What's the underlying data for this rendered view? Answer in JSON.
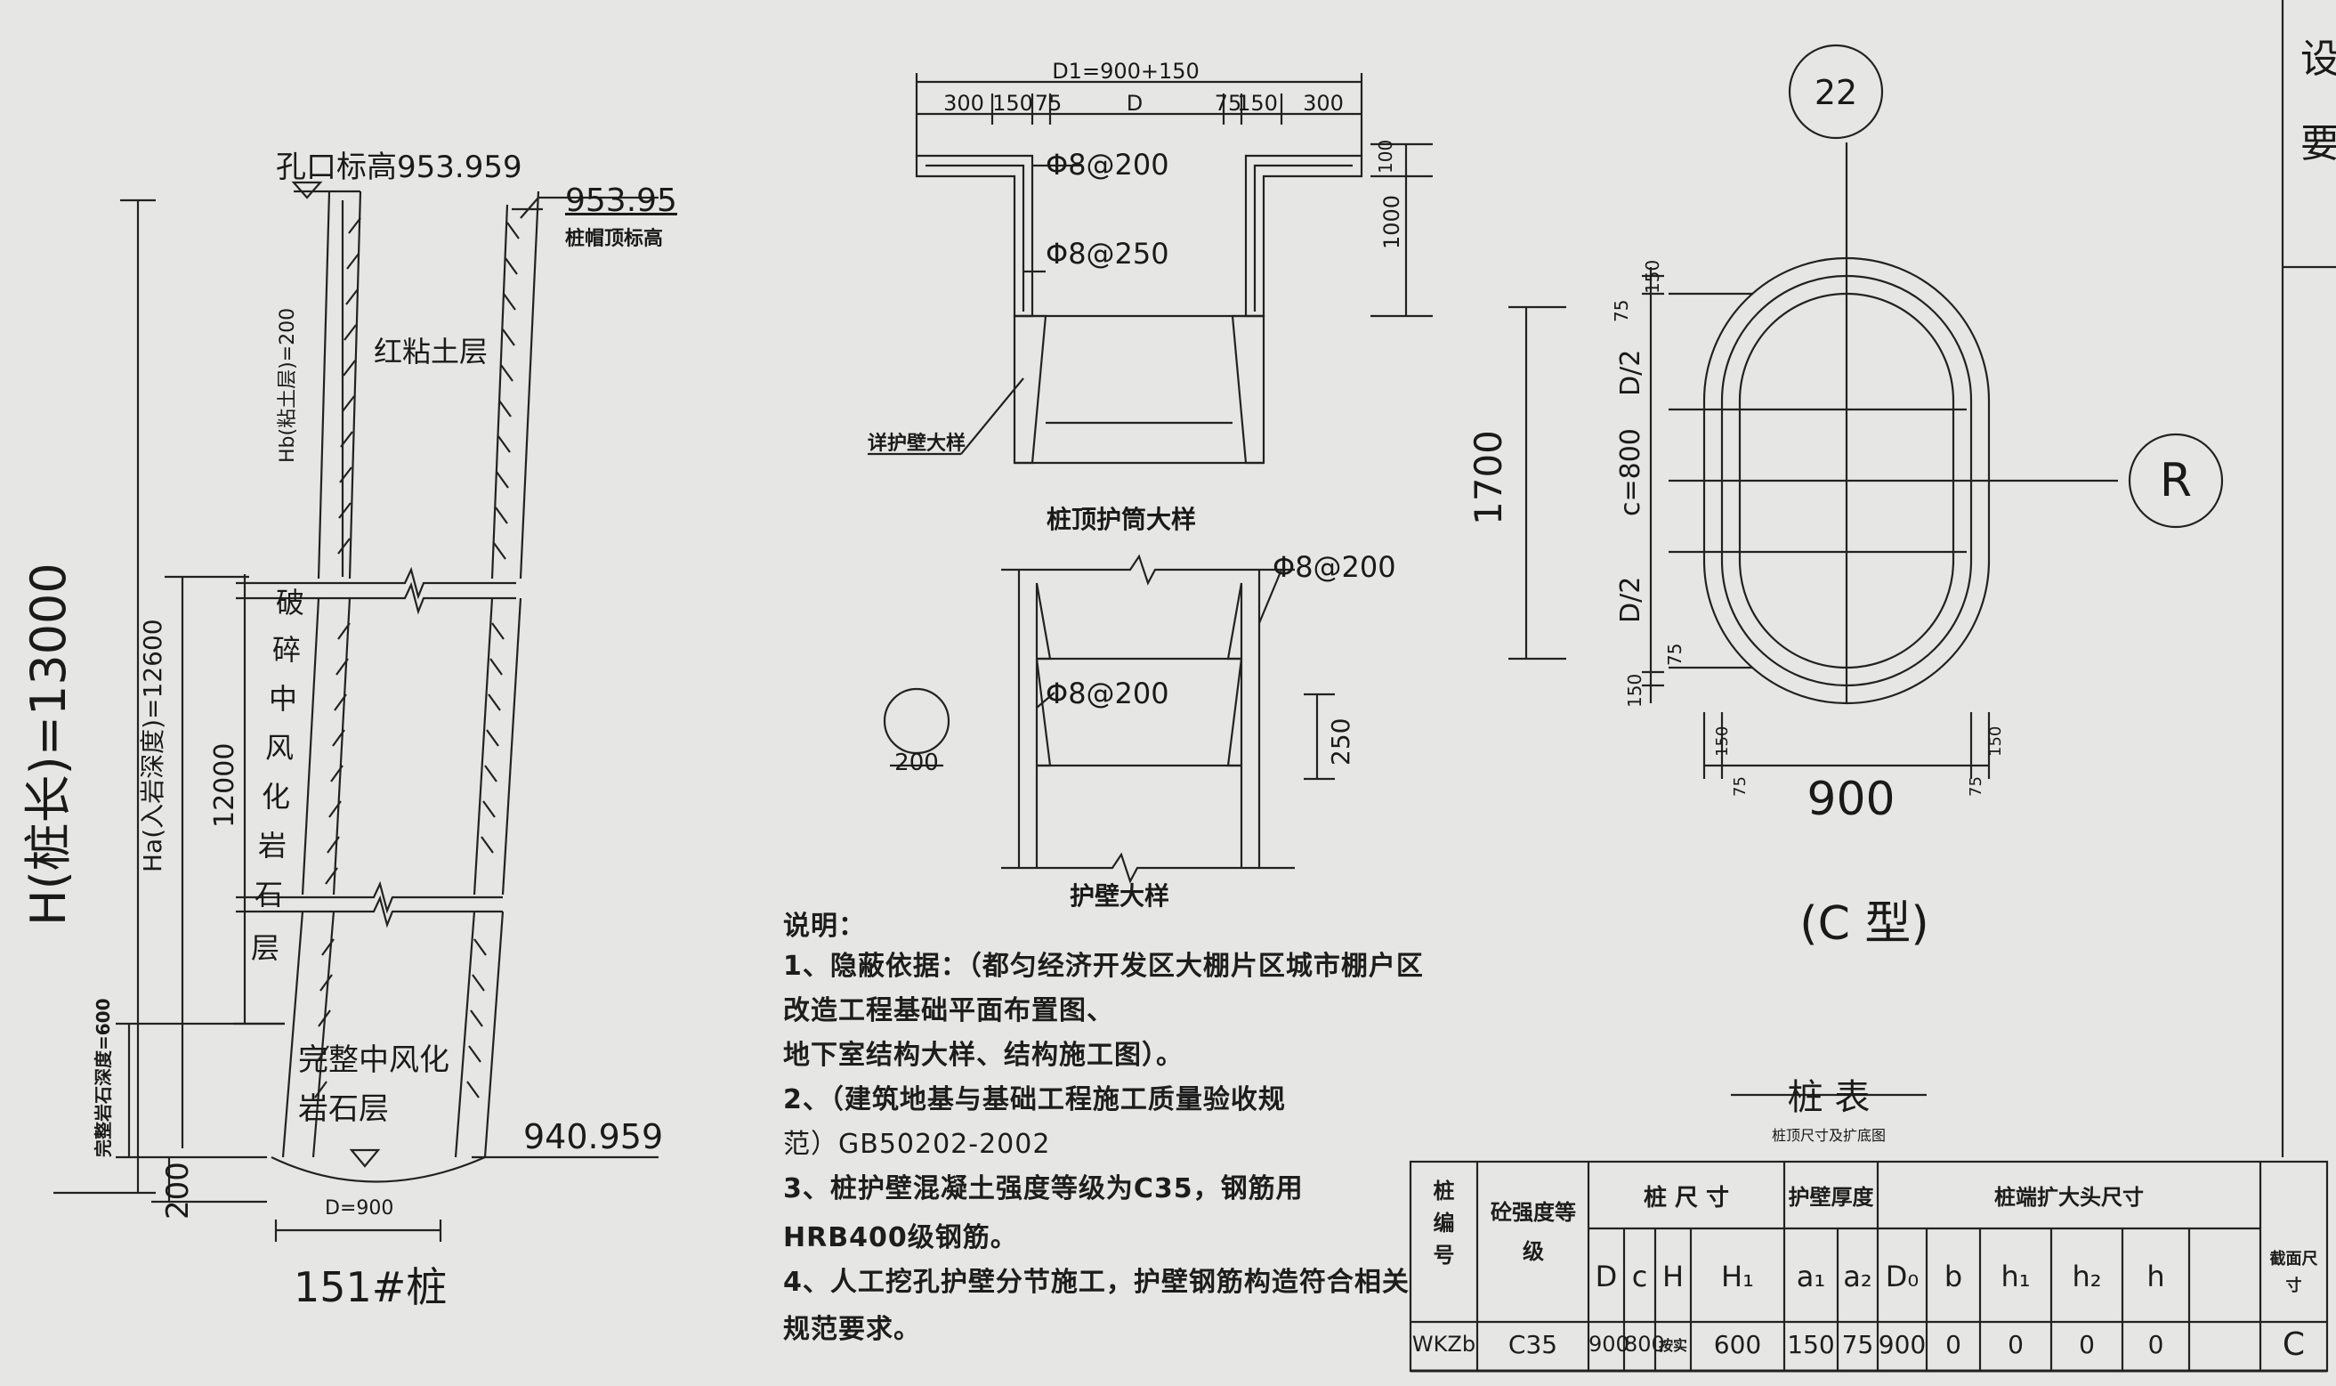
{
  "pile_section": {
    "orifice_label": "孔口标高953.959",
    "cap_elev": "953.95",
    "cap_label": "桩帽顶标高",
    "layer_red_clay": "红粘土层",
    "layer_broken": [
      "破",
      "碎",
      "中",
      "风",
      "化",
      "岩",
      "石",
      "层"
    ],
    "layer_intact_1": "完整中风化",
    "layer_intact_2": "岩石层",
    "bottom_elev": "940.959",
    "h_total": "H(桩长)=13000",
    "ha": "Ha(入岩深度)=12600",
    "hb": "Hb(粘土层)=200",
    "dim_12000": "12000",
    "dim_600": "完整岩石深度=600",
    "dim_200": "200",
    "d_label": "D=900",
    "title": "151#桩"
  },
  "cap_detail": {
    "d1": "D1=900+150",
    "dims": [
      "300",
      "150",
      "75",
      "D",
      "75",
      "150",
      "300"
    ],
    "rebar_1": "Φ8@200",
    "rebar_2": "Φ8@250",
    "dim_100": "100",
    "dim_1000": "1000",
    "callout": "详护壁大样",
    "title": "桩顶护筒大样"
  },
  "wall_detail": {
    "rebar_a": "Φ8@200",
    "rebar_b": "Φ8@200",
    "dim_250": "250",
    "circle_dim": "200",
    "title": "护壁大样"
  },
  "plan": {
    "grid_top": "22",
    "grid_right": "R",
    "dim_1700": "1700",
    "dim_d2_top": "D/2",
    "dim_c": "c=800",
    "dim_d2_bottom": "D/2",
    "dim_150": "150",
    "dim_75": "75",
    "dim_900": "900",
    "type": "(C  型)"
  },
  "notes": {
    "heading": "说明：",
    "lines": [
      "1、隐蔽依据：（都匀经济开发区大棚片区城市棚户区",
      "改造工程基础平面布置图、",
      "地下室结构大样、结构施工图）。",
      "2、（建筑地基与基础工程施工质量验收规",
      "范）GB50202-2002",
      "3、桩护壁混凝土强度等级为C35，钢筋用",
      "HRB400级钢筋。",
      "4、人工挖孔护壁分节施工，护壁钢筋构造符合相关",
      "规范要求。"
    ]
  },
  "pile_table": {
    "title": "桩  表",
    "subtitle": "桩顶尺寸及扩底图",
    "group_headers": [
      "桩编号",
      "砼强度等级",
      "桩  尺  寸",
      "护壁厚度",
      "桩端扩大头尺寸",
      "截面尺寸"
    ],
    "sub_headers": [
      "D",
      "c",
      "H",
      "H₁",
      "a₁",
      "a₂",
      "D₀",
      "b",
      "h₁",
      "h₂",
      "h"
    ],
    "row": [
      "WKZb",
      "C35",
      "900",
      "800",
      "按实",
      "600",
      "150",
      "75",
      "900",
      "0",
      "0",
      "0",
      "0",
      "C"
    ]
  },
  "edge_text": [
    "设",
    "要"
  ]
}
